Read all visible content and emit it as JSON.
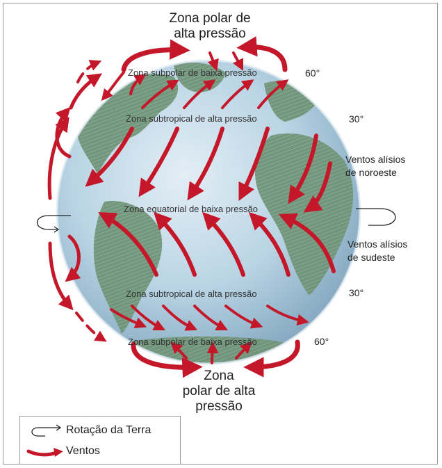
{
  "labels": {
    "north_polar_high": [
      "Zona polar de",
      "alta pressão"
    ],
    "north_subpolar_low": "Zona subpolar de baixa pressão",
    "north_subtropical_high": "Zona subtropical de alta pressão",
    "equatorial_low": "Zona equatorial de baixa pressão",
    "south_subtropical_high": "Zona subtropical de alta pressão",
    "south_subpolar_low": "Zona subpolar de baixa pressão",
    "south_polar_high": [
      "Zona",
      "polar de alta",
      "pressão"
    ],
    "deg_60_north": "60°",
    "deg_30_north": "30°",
    "deg_30_south": "30°",
    "deg_60_south": "60°",
    "northeast_trades": [
      "Ventos alísios",
      "de noroeste"
    ],
    "southeast_trades": [
      "Ventos alísios",
      "de sudeste"
    ]
  },
  "legend": {
    "rotation": "Rotação da Terra",
    "winds": "Ventos"
  },
  "colors": {
    "wind_arrow": "#c4182a",
    "ocean": "#b9d4e4",
    "land": "#6f9478",
    "frame": "#9a9a9a"
  }
}
